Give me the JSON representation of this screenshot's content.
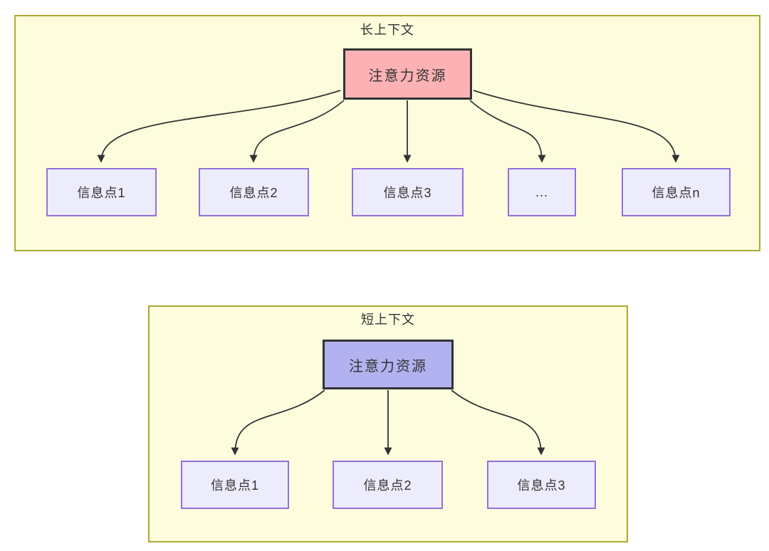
{
  "diagram": {
    "panels": [
      {
        "id": "long-context",
        "title": "长上下文",
        "attention": {
          "label": "注意力资源"
        },
        "info_nodes": [
          {
            "label": "信息点1"
          },
          {
            "label": "信息点2"
          },
          {
            "label": "信息点3"
          },
          {
            "label": "..."
          },
          {
            "label": "信息点n"
          }
        ]
      },
      {
        "id": "short-context",
        "title": "短上下文",
        "attention": {
          "label": "注意力资源"
        },
        "info_nodes": [
          {
            "label": "信息点1"
          },
          {
            "label": "信息点2"
          },
          {
            "label": "信息点3"
          }
        ]
      }
    ],
    "colors": {
      "panel_fill": "#fdfdde",
      "panel_border": "#aaaa33",
      "attention_long_fill": "#fcb1b5",
      "attention_short_fill": "#b2b2f0",
      "attention_border": "#333333",
      "info_fill": "#ececfc",
      "info_border": "#9370db",
      "arrow": "#333333",
      "text": "#333333"
    }
  }
}
